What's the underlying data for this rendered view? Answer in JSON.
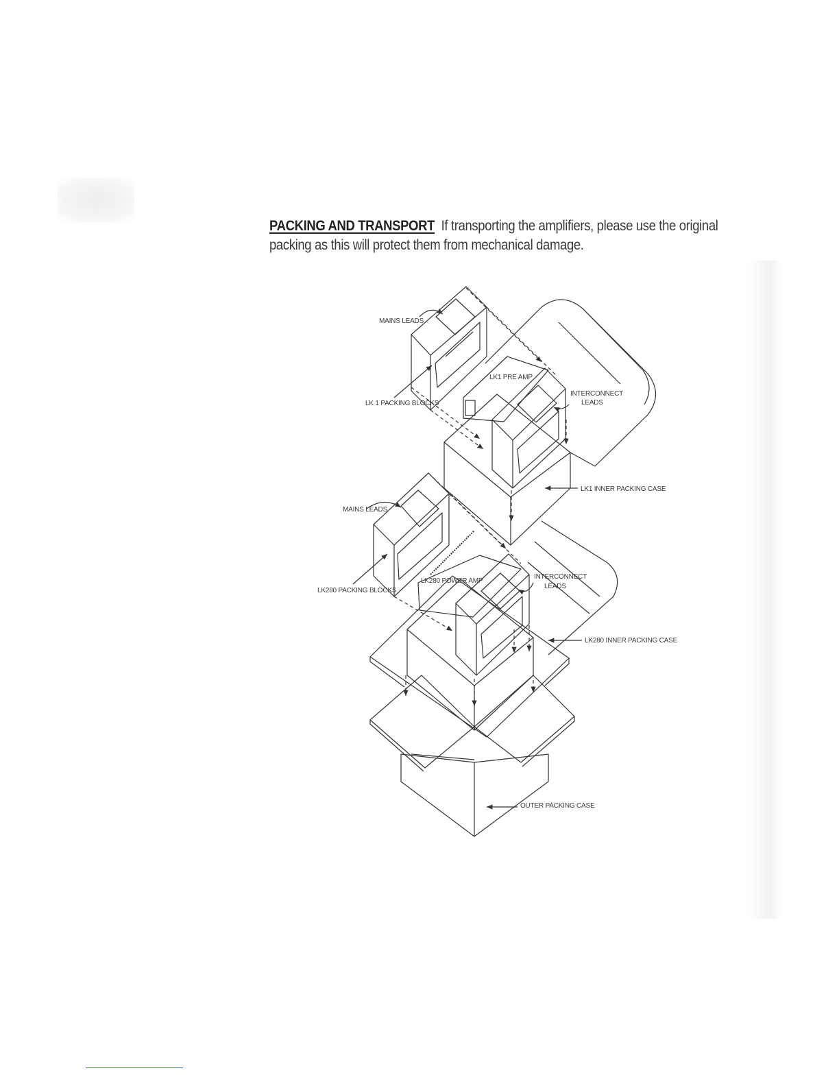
{
  "intro": {
    "heading": "PACKING AND TRANSPORT",
    "text": "If transporting the amplifiers, please use the original packing as this will protect them from mechanical damage."
  },
  "diagram_labels": {
    "mains_leads_top": "MAINS LEADS",
    "lk1_packing_blocks": "LK 1 PACKING BLOCKS",
    "lk1_pre_amp": "LK1 PRE AMP",
    "interconnect_leads_top_line1": "INTERCONNECT",
    "interconnect_leads_top_line2": "LEADS",
    "lk1_inner_packing_case": "LK1 INNER PACKING CASE",
    "mains_leads_bottom": "MAINS LEADS",
    "lk280_packing_blocks": "LK280 PACKING BLOCKS",
    "lk280_power_amp": "LK280 POWER AMP",
    "interconnect_leads_bottom_line1": "INTERCONNECT",
    "interconnect_leads_bottom_line2": "LEADS",
    "lk280_inner_packing_case": "LK280  INNER PACKING CASE",
    "outer_packing_case": "OUTER PACKING CASE"
  }
}
